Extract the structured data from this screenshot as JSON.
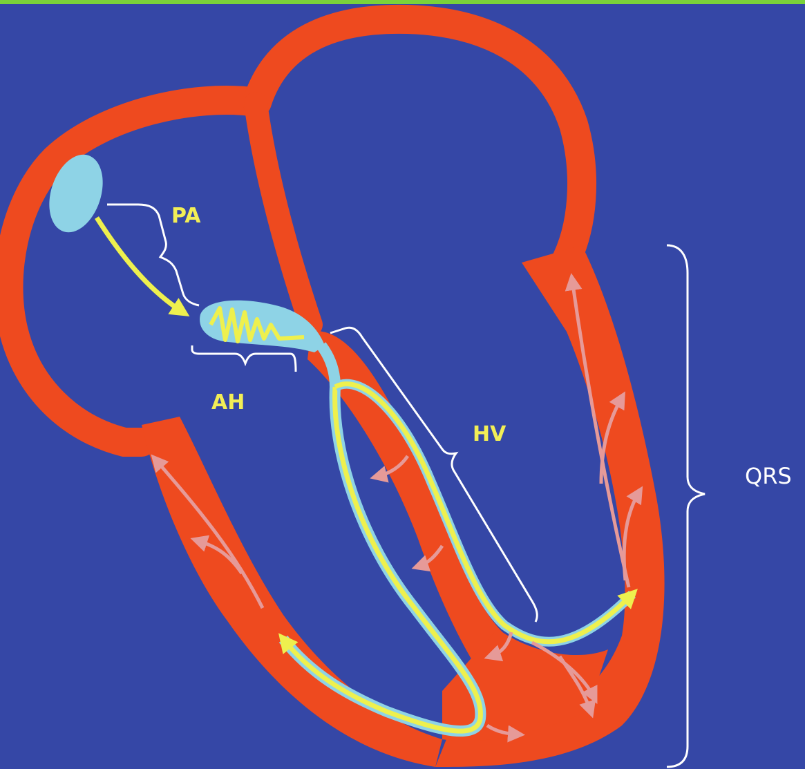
{
  "labels": {
    "pa": "PA",
    "ah": "AH",
    "hv": "HV",
    "qrs": "QRS"
  },
  "colors": {
    "background": "#3547a6",
    "top_border": "#7ad23a",
    "myocardium": "#ee4a1f",
    "node": "#8ed3e6",
    "conduction": "#eef04e",
    "spread_arrows": "#e69a98",
    "brackets": "#ffffff",
    "label_yellow": "#f2ee56",
    "label_white": "#ffffff"
  },
  "icons": {
    "sa_node": "sinoatrial-node-shape",
    "av_node": "atrioventricular-node-shape",
    "his_purkinje": "his-purkinje-pathway",
    "arrows": "activation-spread-arrows"
  }
}
